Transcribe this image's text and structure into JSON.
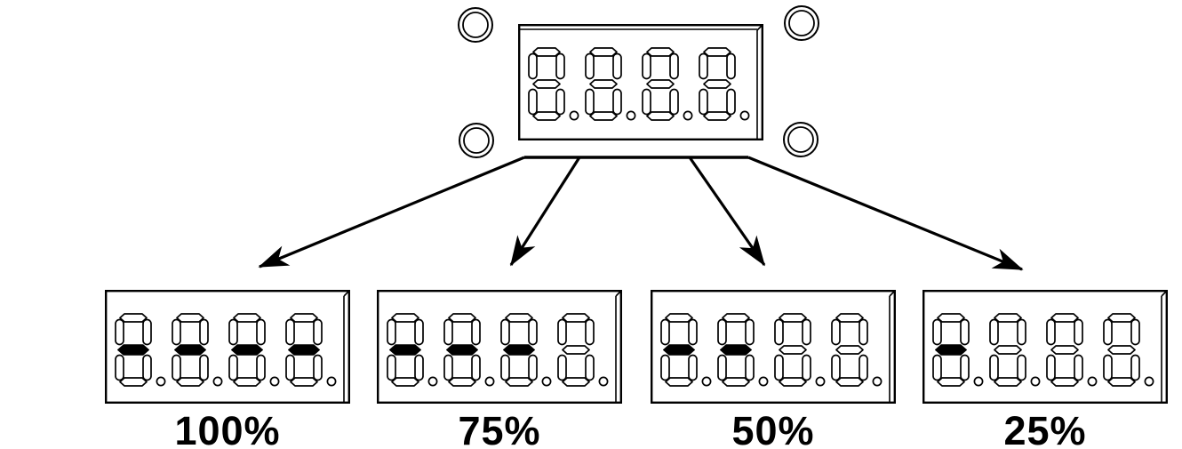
{
  "background_color": "#ffffff",
  "line_color": "#000000",
  "segment_fill_color": "#000000",
  "top_module": {
    "digit_count": 4,
    "filled_bars": 0,
    "mounting_holes": 4
  },
  "levels": [
    {
      "label": "100%",
      "filled_bars": 4
    },
    {
      "label": "75%",
      "filled_bars": 3
    },
    {
      "label": "50%",
      "filled_bars": 2
    },
    {
      "label": "25%",
      "filled_bars": 1
    }
  ]
}
